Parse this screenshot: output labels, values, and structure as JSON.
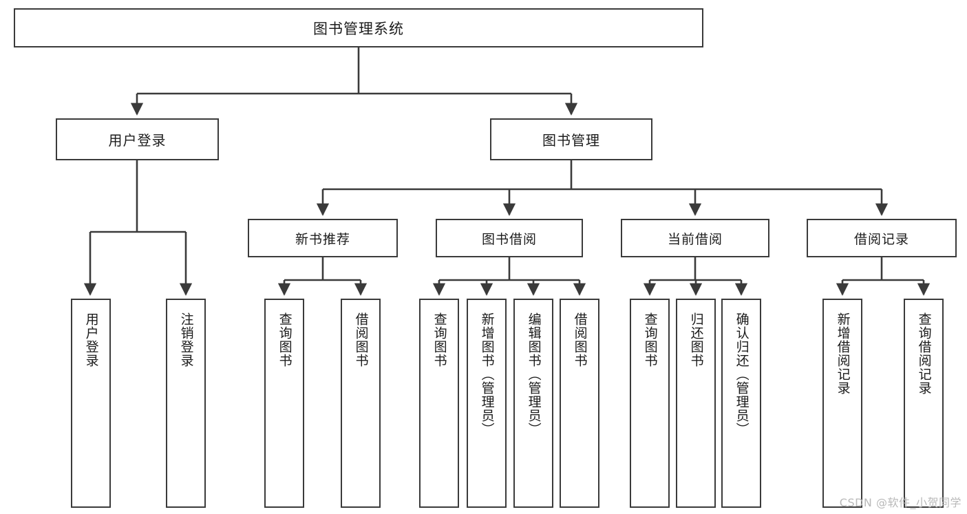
{
  "diagram": {
    "title": "图书管理系统",
    "type": "hierarchy-tree",
    "stroke_color": "#3a3a3a",
    "fill_color": "#ffffff",
    "text_color": "#1b1b1b",
    "root": {
      "label": "图书管理系统"
    },
    "level2": [
      {
        "label": "用户登录"
      },
      {
        "label": "图书管理"
      }
    ],
    "level3": [
      {
        "label": "新书推荐"
      },
      {
        "label": "图书借阅"
      },
      {
        "label": "当前借阅"
      },
      {
        "label": "借阅记录"
      }
    ],
    "leaves": {
      "user_login": [
        {
          "label": "用户登录"
        },
        {
          "label": "注销登录"
        }
      ],
      "new_book_recommend": [
        {
          "label": "查询图书"
        },
        {
          "label": "借阅图书"
        }
      ],
      "book_borrow": [
        {
          "label": "查询图书"
        },
        {
          "label": "新增图书（管理员）"
        },
        {
          "label": "编辑图书（管理员）"
        },
        {
          "label": "借阅图书"
        }
      ],
      "current_borrow": [
        {
          "label": "查询图书"
        },
        {
          "label": "归还图书"
        },
        {
          "label": "确认归还（管理员）"
        }
      ],
      "borrow_record": [
        {
          "label": "新增借阅记录"
        },
        {
          "label": "查询借阅记录"
        }
      ]
    }
  },
  "watermark": {
    "text": "CSDN @软件_小贺同学"
  }
}
